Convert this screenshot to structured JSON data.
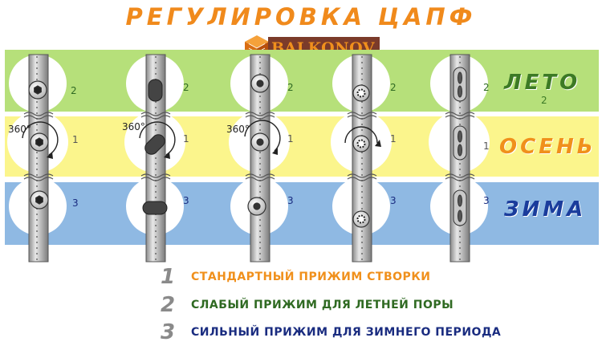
{
  "title": "РЕГУЛИРОВКА ЦАПФ",
  "logo": {
    "text": "BALKONOV",
    "icon": "cube-icon"
  },
  "seasons": {
    "summer": "ЛЕТО",
    "summer_sub": "2",
    "autumn": "ОСЕНЬ",
    "winter": "ЗИМА"
  },
  "rotation_label": "360°",
  "row_numbers": {
    "summer": "2",
    "autumn": "1",
    "winter": "3"
  },
  "legend": [
    {
      "number": "1",
      "text": "СТАНДАРТНЫЙ ПРИЖИМ СТВОРКИ"
    },
    {
      "number": "2",
      "text": "СЛАБЫЙ ПРИЖИМ ДЛЯ ЛЕТНЕЙ ПОРЫ"
    },
    {
      "number": "3",
      "text": "СИЛЬНЫЙ ПРИЖИМ ДЛЯ ЗИМНЕГО ПЕРИОДА"
    }
  ],
  "colors": {
    "title": "#f08a1c",
    "summer_band": "#b6e07a",
    "autumn_band": "#fbf58c",
    "winter_band": "#8fb9e3",
    "legend_1": "#f0901c",
    "legend_2": "#2f6a22",
    "legend_3": "#1a2c80"
  }
}
